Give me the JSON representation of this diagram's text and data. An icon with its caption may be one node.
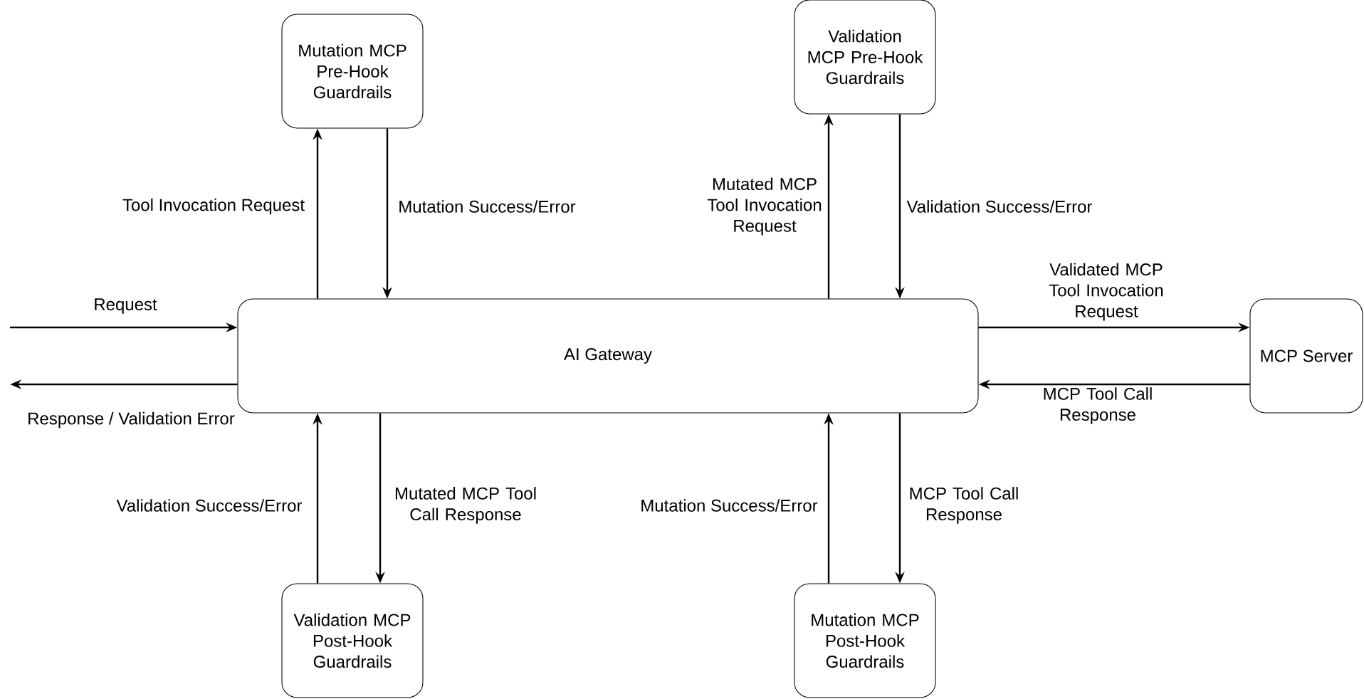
{
  "diagram": {
    "nodes": [
      {
        "text": [
          "Mutation MCP Pre-Hook Guardrails"
        ]
      },
      {
        "text": [
          "Validation MCP Pre-Hook Guardrails"
        ]
      },
      {
        "text": [
          "AI Gateway"
        ]
      },
      {
        "text": [
          "MCP Server"
        ]
      },
      {
        "text": [
          "Validation MCP Post-Hook Guardrails"
        ]
      },
      {
        "text": [
          "Mutation MCP Post-Hook Guardrails"
        ]
      }
    ],
    "edges": [
      {
        "from": null,
        "to": 2,
        "arrow": "to",
        "label": "Request"
      },
      {
        "from": 2,
        "to": null,
        "arrow": "to",
        "label": "Response / Validation Error"
      },
      {
        "from": 2,
        "to": 0,
        "arrow": "to",
        "label": "Tool Invocation Request"
      },
      {
        "from": 0,
        "to": 2,
        "arrow": "to",
        "label": "Mutation Success/Error"
      },
      {
        "from": 2,
        "to": 1,
        "arrow": "to",
        "label": "Mutated MCP Tool Invocation Request"
      },
      {
        "from": 1,
        "to": 2,
        "arrow": "to",
        "label": "Validation Success/Error"
      },
      {
        "from": 2,
        "to": 3,
        "arrow": "to",
        "label": "Validated MCP Tool Invocation Request"
      },
      {
        "from": 3,
        "to": 2,
        "arrow": "to",
        "label": "MCP Tool Call Response"
      },
      {
        "from": 4,
        "to": 2,
        "arrow": "to",
        "label": "Validation Success/Error"
      },
      {
        "from": 2,
        "to": 4,
        "arrow": "to",
        "label": "Mutated MCP Tool Call Response"
      },
      {
        "from": 5,
        "to": 2,
        "arrow": "to",
        "label": "Mutation Success/Error"
      },
      {
        "from": 2,
        "to": 5,
        "arrow": "to",
        "label": "MCP Tool Call Response"
      }
    ]
  }
}
